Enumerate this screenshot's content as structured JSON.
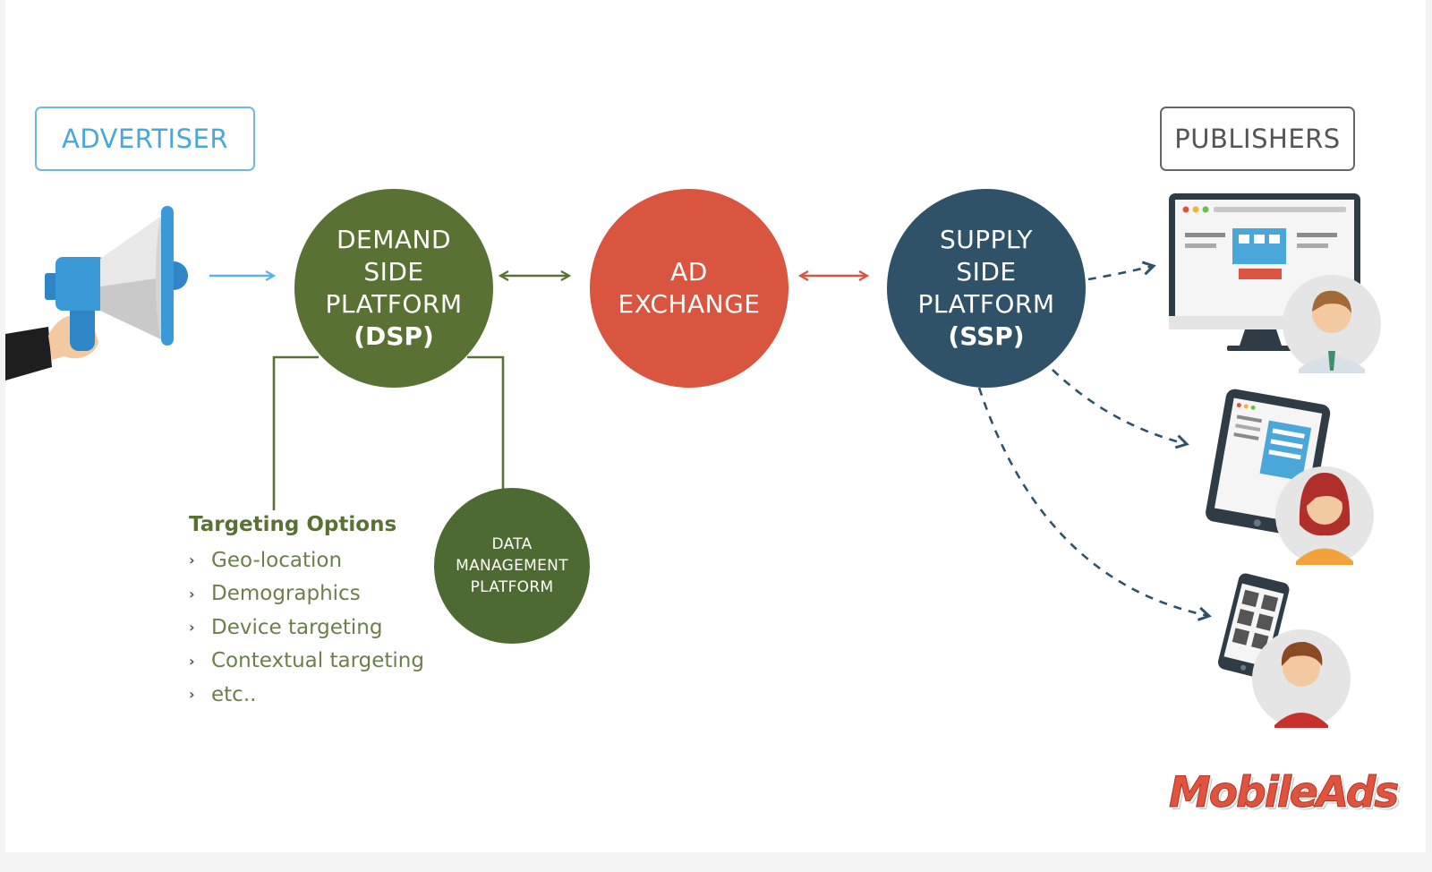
{
  "labels": {
    "advertiser": "ADVERTISER",
    "publishers": "PUBLISHERS"
  },
  "dsp": {
    "line1": "DEMAND",
    "line2": "SIDE",
    "line3": "PLATFORM",
    "abbr": "(DSP)"
  },
  "ad_exchange": {
    "line1": "AD",
    "line2": "EXCHANGE"
  },
  "ssp": {
    "line1": "SUPPLY",
    "line2": "SIDE",
    "line3": "PLATFORM",
    "abbr": "(SSP)"
  },
  "dmp": {
    "line1": "DATA",
    "line2": "MANAGEMENT",
    "line3": "PLATFORM"
  },
  "targeting": {
    "title": "Targeting Options",
    "items": [
      "Geo-location",
      "Demographics",
      "Device targeting",
      "Contextual targeting",
      "etc.."
    ]
  },
  "logo": "MobileAds",
  "colors": {
    "dsp": "#5a7134",
    "ad_exchange": "#d9553f",
    "ssp": "#2f5269",
    "advertiser": "#4aa7d9"
  },
  "icons": [
    "megaphone-icon",
    "desktop-icon",
    "tablet-icon",
    "smartphone-icon",
    "user-man-icon",
    "user-woman-icon",
    "user-boy-icon"
  ]
}
